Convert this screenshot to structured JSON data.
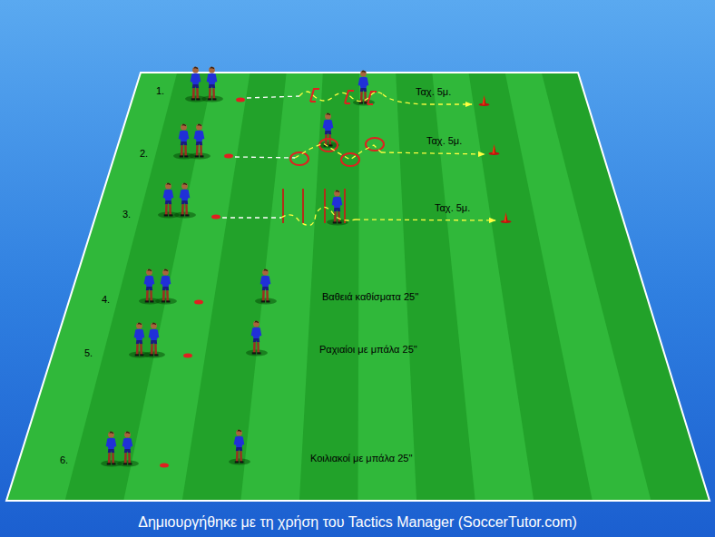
{
  "diagram": {
    "caption": "Δημιουργήθηκε με τη χρήση του Tactics Manager (SoccerTutor.com)",
    "labels": [
      "1.",
      "Ταχ. 5μ.",
      "2.",
      "Ταχ. 5μ.",
      "3.",
      "Ταχ. 5μ.",
      "4.",
      "Βαθειά καθίσματα 25''",
      "5.",
      "Ραχιαίοι με μπάλα 25''",
      "6.",
      "Κοιλιακοί με μπάλα 25''"
    ]
  }
}
